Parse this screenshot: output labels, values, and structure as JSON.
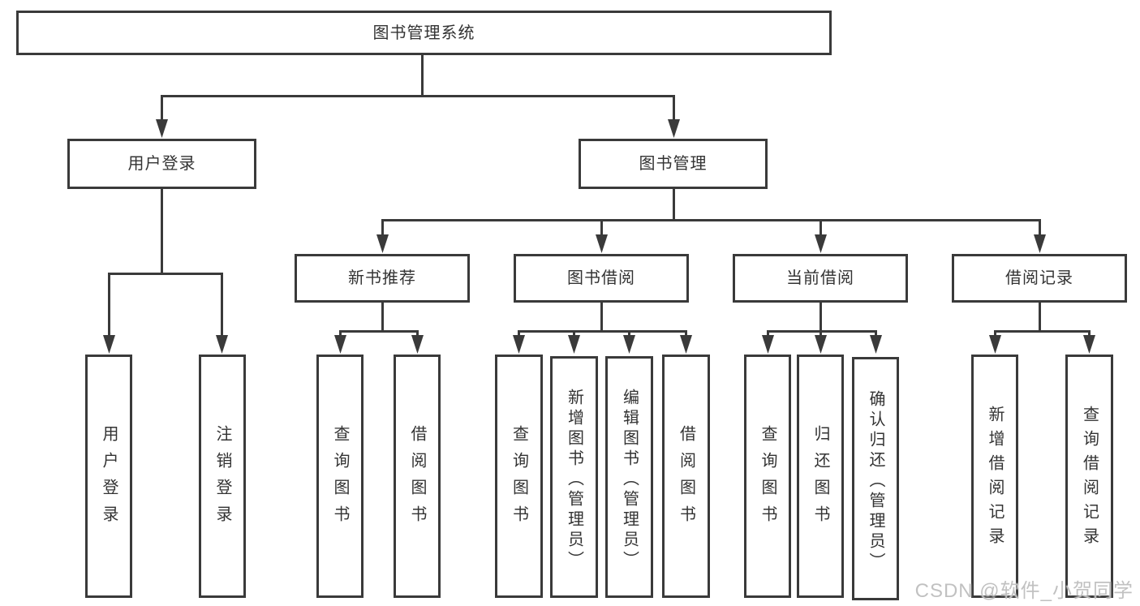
{
  "nodes": {
    "root": "图书管理系统",
    "user_login": "用户登录",
    "book_mgmt": "图书管理",
    "new_book_rec": "新书推荐",
    "book_borrow": "图书借阅",
    "current_borrow": "当前借阅",
    "borrow_record": "借阅记录",
    "leaf_user_login": "用户登录",
    "leaf_logout": "注销登录",
    "leaf_query_book_a": "查询图书",
    "leaf_borrow_book_a": "借阅图书",
    "leaf_query_book_b": "查询图书",
    "leaf_add_book": "新增图书（管理员）",
    "leaf_edit_book": "编辑图书（管理员）",
    "leaf_borrow_book_b": "借阅图书",
    "leaf_query_book_c": "查询图书",
    "leaf_return_book": "归还图书",
    "leaf_confirm_return": "确认归还（管理员）",
    "leaf_add_record": "新增借阅记录",
    "leaf_query_record": "查询借阅记录"
  },
  "watermark": {
    "text": "CSDN @软件_小贺同学"
  },
  "colors": {
    "line": "#3a3a3a",
    "text": "#333333",
    "box_background": "#ffffff",
    "watermark": "#bebebe",
    "background": "#ffffff"
  }
}
